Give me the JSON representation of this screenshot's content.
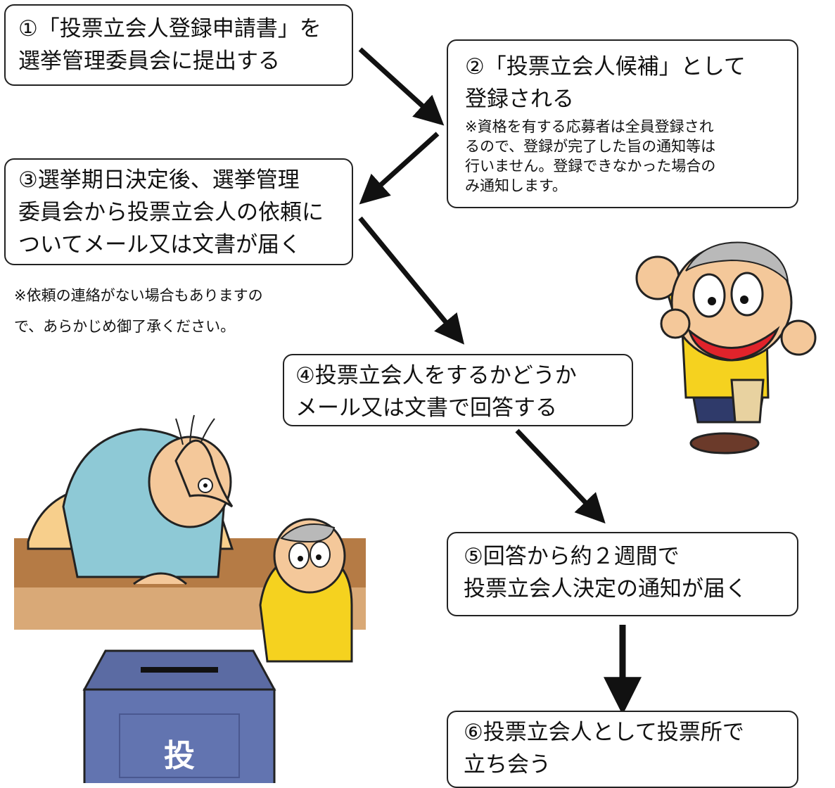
{
  "steps": [
    {
      "lines": [
        "①「投票立会人登録申請書」を",
        "選挙管理委員会に提出する"
      ]
    },
    {
      "lines": [
        "②「投票立会人候補」として",
        "登録される"
      ],
      "note_lines": [
        "※資格を有する応募者は全員登録され",
        "るので、登録が完了した旨の通知等は",
        "行いません。登録できなかった場合の",
        "み通知します。"
      ]
    },
    {
      "lines": [
        "③選挙期日決定後、選挙管理",
        "委員会から投票立会人の依頼に",
        "ついてメール又は文書が届く"
      ]
    },
    {
      "lines": [
        "④投票立会人をするかどうか",
        "メール又は文書で回答する"
      ]
    },
    {
      "lines": [
        "⑤回答から約２週間で",
        "投票立会人決定の通知が届く"
      ]
    },
    {
      "lines": [
        "⑥投票立会人として投票所で",
        "立ち会う"
      ]
    }
  ],
  "note_below_step3": [
    "※依頼の連絡がない場合もありますの",
    "で、あらかじめ御了承ください。"
  ],
  "ballot_box_label": "投",
  "colors": {
    "border": "#222222",
    "box_fill": "#ffffff",
    "ballot_box": "#5b6ba3",
    "shirt_blue": "#8ec9d6",
    "shirt_yellow": "#f5d21f",
    "skin": "#f4c89a",
    "table": "#b57b45"
  }
}
